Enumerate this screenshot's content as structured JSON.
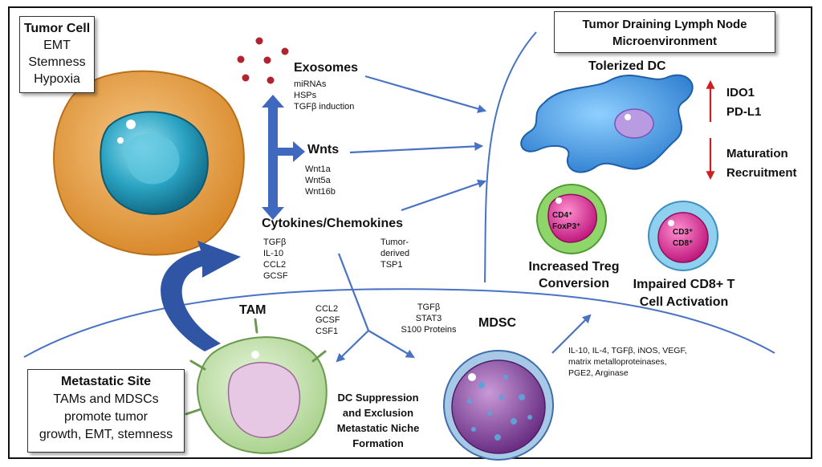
{
  "tumor_cell_box": {
    "title": "Tumor Cell",
    "lines": [
      "EMT",
      "Stemness",
      "Hypoxia"
    ]
  },
  "lymph_node_box": {
    "line1": "Tumor Draining Lymph Node",
    "line2": "Microenvironment"
  },
  "metastatic_box": {
    "title": "Metastatic Site",
    "lines": [
      "TAMs and MDSCs",
      "promote tumor",
      "growth, EMT, stemness"
    ]
  },
  "exosomes": {
    "label": "Exosomes",
    "items": [
      "miRNAs",
      "HSPs",
      "TGFβ induction"
    ]
  },
  "wnts": {
    "label": "Wnts",
    "items": [
      "Wnt1a",
      "Wnt5a",
      "Wnt16b"
    ]
  },
  "cytokines": {
    "label": "Cytokines/Chemokines",
    "items": [
      "TGFβ",
      "IL-10",
      "CCL2",
      "GCSF"
    ],
    "side_items": [
      "Tumor-",
      "derived",
      "TSP1"
    ]
  },
  "dc": {
    "label": "Tolerized DC",
    "up_items": [
      "IDO1",
      "PD-L1"
    ],
    "down_items": [
      "Maturation",
      "Recruitment"
    ]
  },
  "treg": {
    "marker1": "CD4⁺",
    "marker2": "FoxP3⁺",
    "label1": "Increased Treg",
    "label2": "Conversion"
  },
  "cd8": {
    "marker1": "CD3⁺",
    "marker2": "CD8⁺",
    "label1": "Impaired CD8+ T",
    "label2": "Cell Activation"
  },
  "tam": {
    "label": "TAM",
    "items": [
      "CCL2",
      "GCSF",
      "CSF1"
    ]
  },
  "mdsc": {
    "label": "MDSC",
    "items": [
      "TGFβ",
      "STAT3",
      "S100 Proteins"
    ],
    "outputs": [
      "IL-10, IL-4, TGFβ, iNOS, VEGF,",
      "matrix metalloproteinases,",
      "PGE2, Arginase"
    ]
  },
  "dc_suppression": {
    "lines": [
      "DC Suppression",
      "and Exclusion",
      "Metastatic Niche",
      "Formation"
    ]
  },
  "colors": {
    "arrow_blue": "#4a72c4",
    "dark_blue": "#2f55a4",
    "red_arrow": "#cc1f1f",
    "tumor_orange": "#e8a04a",
    "nucleus_teal": "#2aa3c2",
    "dc_blue": "#4fa8e8",
    "treg_green": "#8fd66a",
    "cd8_blue": "#8fd0ef",
    "pink": "#e0309a",
    "mdsc_purple": "#8a4fa0",
    "tam_green": "#b9dca0"
  }
}
